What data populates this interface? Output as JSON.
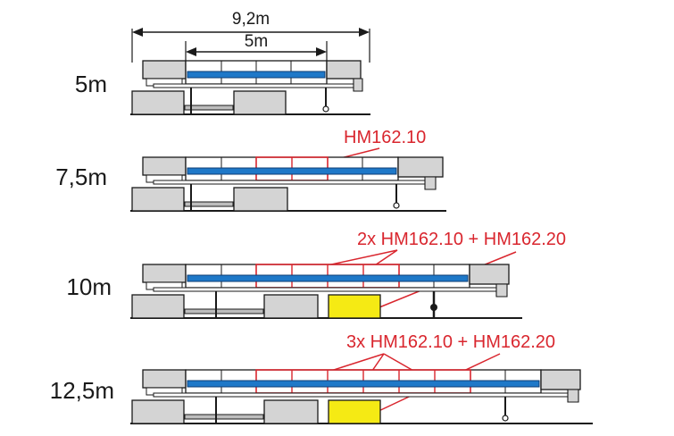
{
  "dimensions": {
    "overall": "9,2m",
    "inner": "5m"
  },
  "rows": [
    {
      "label": "5m",
      "callout": "",
      "added_modules": 0,
      "yellow_block": false
    },
    {
      "label": "7,5m",
      "callout": "HM162.10",
      "added_modules": 2,
      "yellow_block": false
    },
    {
      "label": "10m",
      "callout": "2x HM162.10 + HM162.20",
      "added_modules": 4,
      "yellow_block": true
    },
    {
      "label": "12,5m",
      "callout": "3x HM162.10 + HM162.20",
      "added_modules": 6,
      "yellow_block": true
    }
  ],
  "colors": {
    "track": "#1e78c8",
    "track_edge": "#0d3c73",
    "extension": "#d9262e",
    "block": "#d4d4d4",
    "yellow_block": "#f5ea14",
    "line": "#1a1a1a"
  }
}
